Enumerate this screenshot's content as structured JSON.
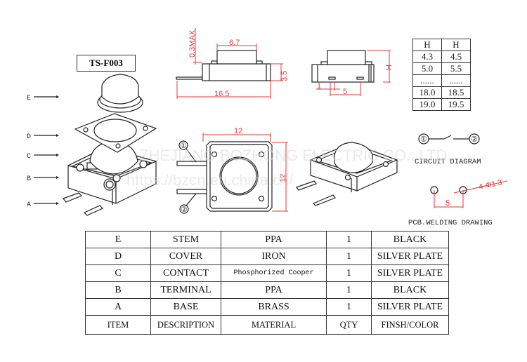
{
  "model_label": "TS-F003",
  "exploded_view": {
    "part_letters": [
      "E",
      "D",
      "C",
      "B",
      "A"
    ]
  },
  "side_view": {
    "dim_top_width": "6.7",
    "dim_overall_length": "16.5",
    "dim_height": "3.5",
    "dim_max_gap": "0.3MAX"
  },
  "end_view": {
    "dim_pin_width": "1",
    "dim_pin_pitch": "5",
    "dim_total_height": "H"
  },
  "top_view": {
    "dim_width": "12",
    "dim_height": "12",
    "pin_labels": [
      "①",
      "②"
    ]
  },
  "height_table": {
    "rows": [
      [
        "H",
        "H"
      ],
      [
        "4.3",
        "4.5"
      ],
      [
        "5.0",
        "5.5"
      ],
      [
        "......",
        "......"
      ],
      [
        "18.0",
        "18.5"
      ],
      [
        "19.0",
        "19.5"
      ]
    ]
  },
  "circuit": {
    "pin1": "①",
    "pin2": "②",
    "title": "CIRCUIT DIAGRAM"
  },
  "pcb": {
    "hole_spec": "4-Φ1.3",
    "pitch": "5",
    "title": "PCB.WELDING DRAWING"
  },
  "bom": {
    "rows": [
      {
        "item": "E",
        "description": "STEM",
        "material": "PPA",
        "qty": "1",
        "finish": "BLACK"
      },
      {
        "item": "D",
        "description": "COVER",
        "material": "IRON",
        "qty": "1",
        "finish": "SILVER PLATE"
      },
      {
        "item": "C",
        "description": "CONTACT",
        "material": "Phosphorized Cooper",
        "qty": "1",
        "finish": "SILVER PLATE"
      },
      {
        "item": "B",
        "description": "TERMINAL",
        "material": "PPA",
        "qty": "1",
        "finish": "BLACK"
      },
      {
        "item": "A",
        "description": "BASE",
        "material": "BRASS",
        "qty": "1",
        "finish": "SILVER PLATE"
      }
    ],
    "header": {
      "item": "ITEM",
      "description": "DESCRIPTION",
      "material": "MATERIAL",
      "qty": "QTY",
      "finish": "FINSH/COLOR"
    }
  },
  "watermark": {
    "line1": "ZHEJIANG BOZHONG ELECTRIC CO., LTD.",
    "line2": "https://bzcn.en.china.cn/"
  },
  "colors": {
    "dimension": "#e0393b",
    "outline": "#222222"
  }
}
